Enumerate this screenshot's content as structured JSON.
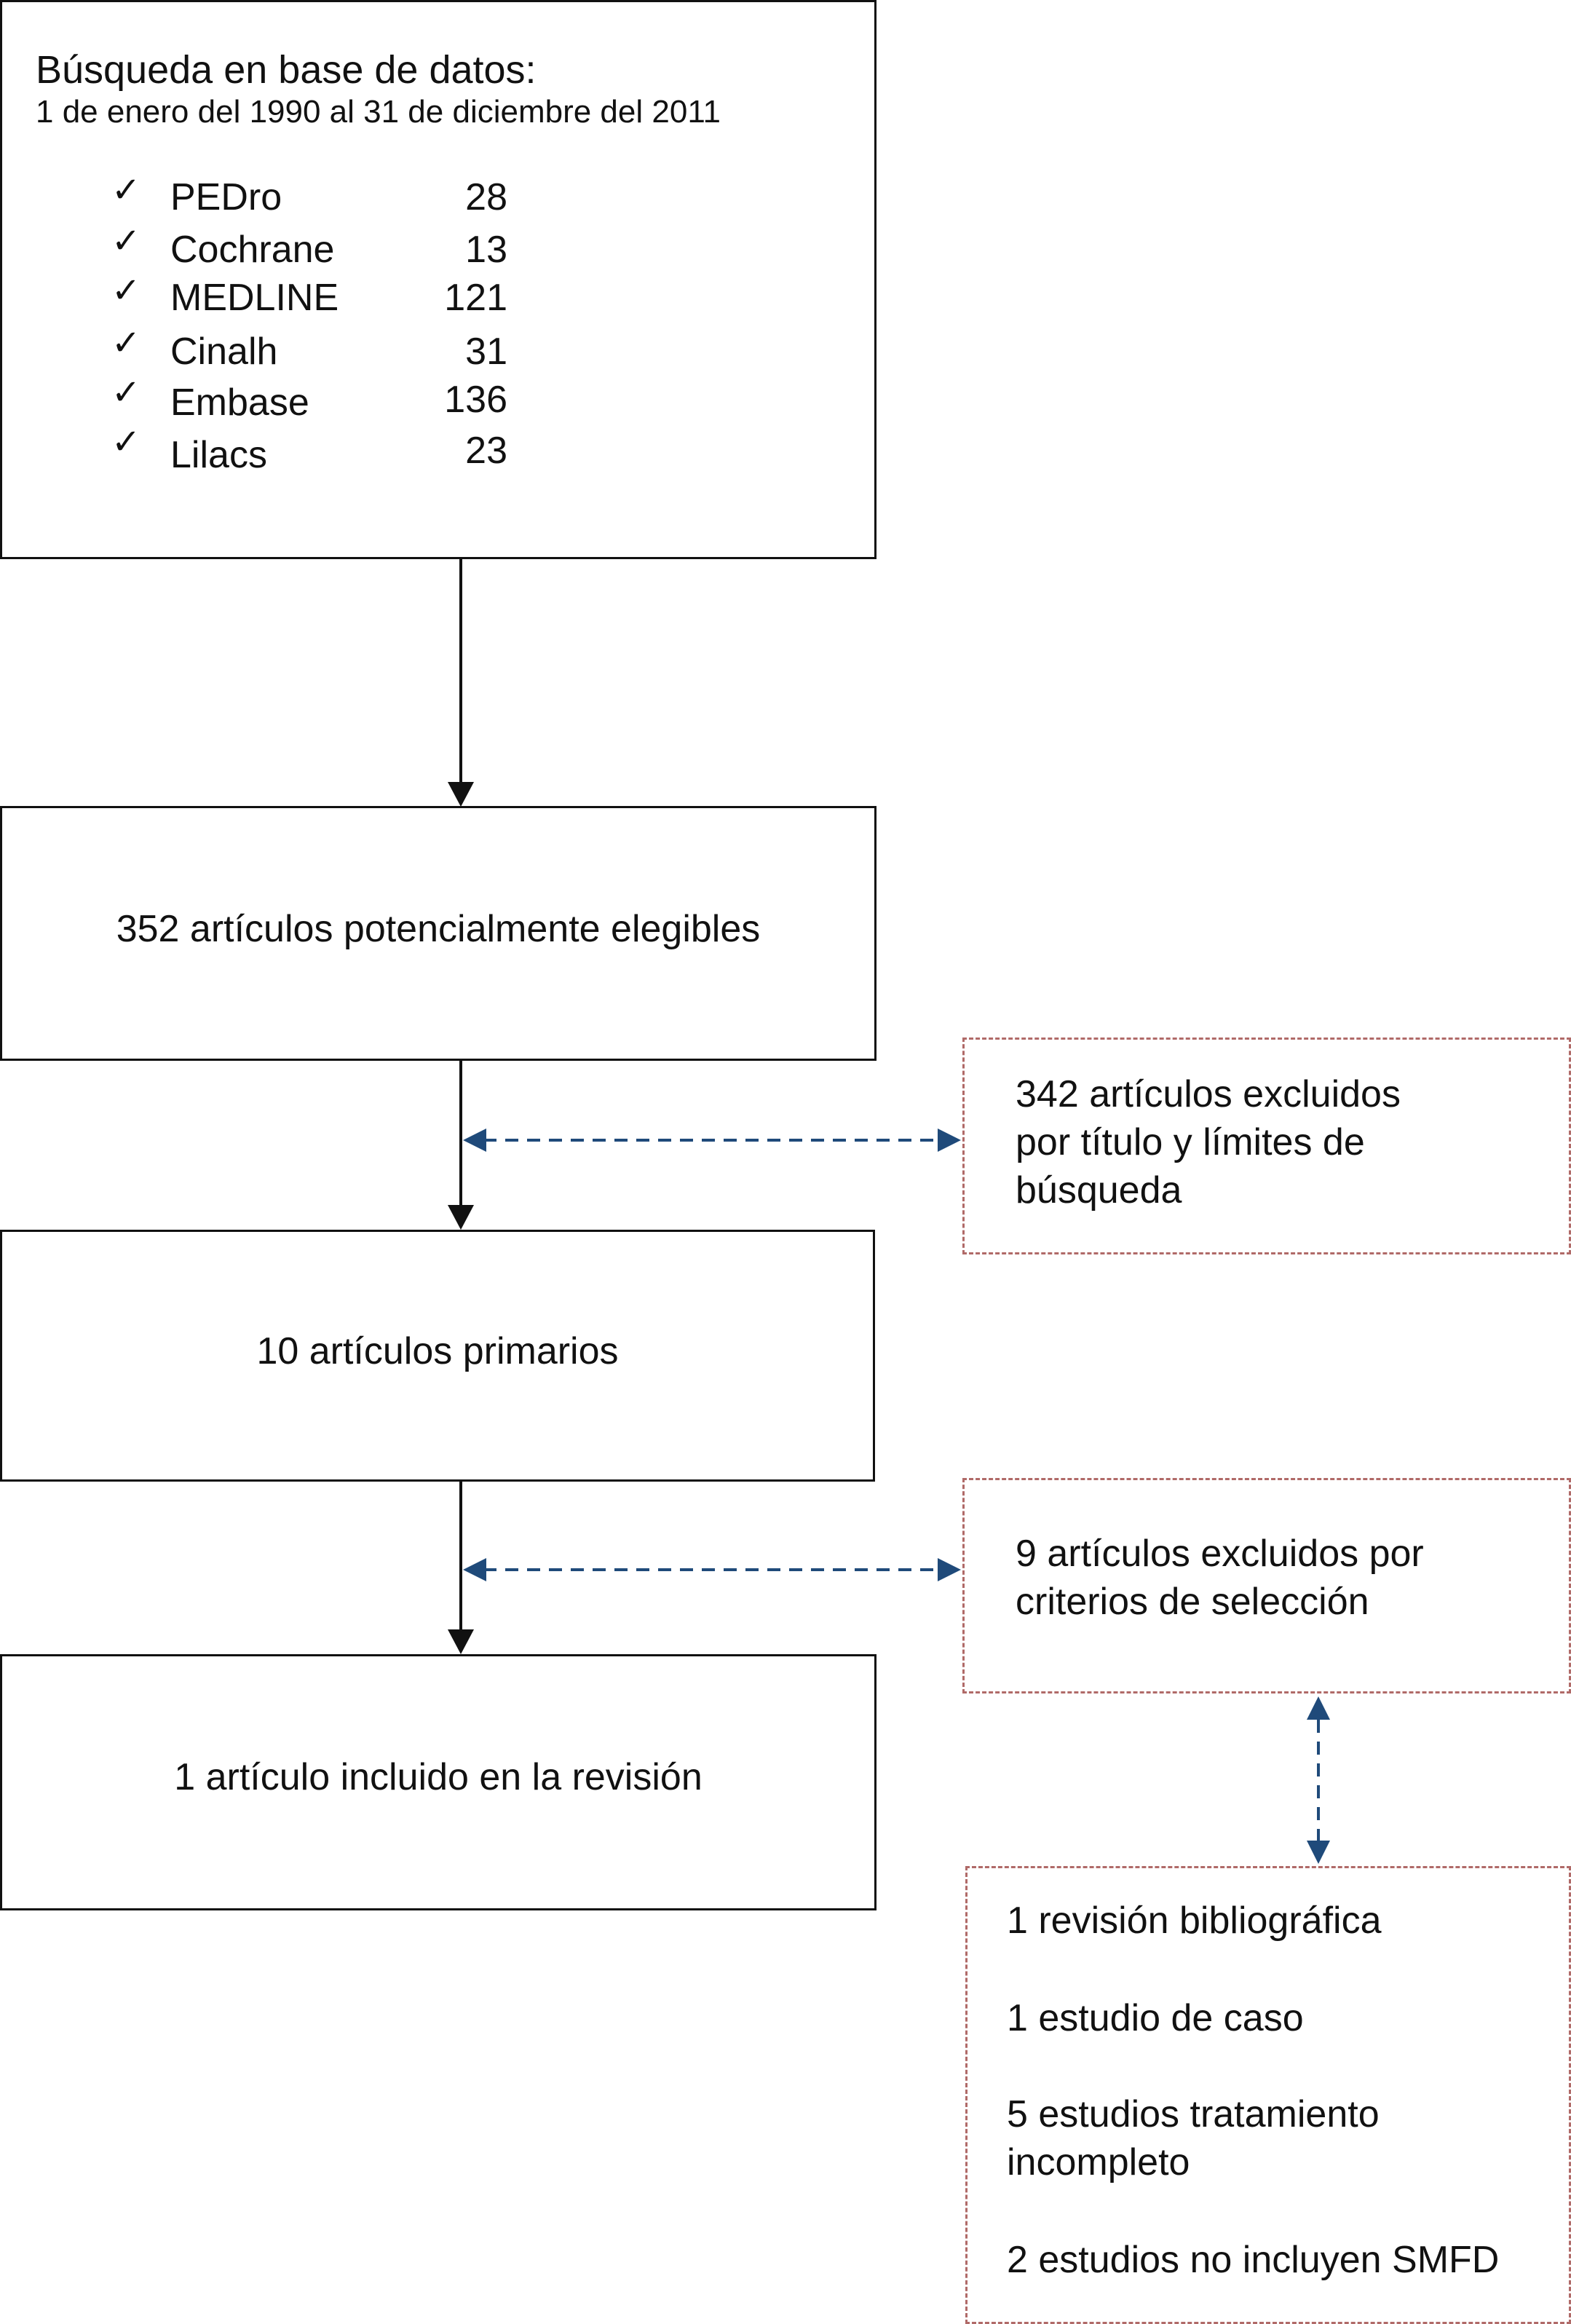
{
  "search": {
    "title": "Búsqueda en base de datos:",
    "date_range": "1 de enero del 1990 al 31 de diciembre del 2011",
    "databases": [
      {
        "name": "PEDro",
        "count": "28"
      },
      {
        "name": "Cochrane",
        "count": "13"
      },
      {
        "name": "MEDLINE",
        "count": "121"
      },
      {
        "name": "Cinalh",
        "count": "31"
      },
      {
        "name": "Embase",
        "count": "136"
      },
      {
        "name": "Lilacs",
        "count": "23"
      }
    ],
    "check_icon": "check-icon"
  },
  "steps": {
    "eligible": "352 artículos potencialmente elegibles",
    "primary": "10 artículos primarios",
    "included": "1 artículo incluido en la revisión"
  },
  "exclusions": {
    "first": [
      "342 artículos  excluidos",
      "por título y límites de",
      "búsqueda"
    ],
    "second": [
      "9 artículos excluidos por",
      "criterios de selección"
    ],
    "breakdown": {
      "item1": "1 revisión bibliográfica",
      "item2": "1 estudio de caso",
      "item3_line1": "5 estudios tratamiento",
      "item3_line2": "incompleto",
      "item4": "2 estudios no incluyen SMFD"
    }
  },
  "colors": {
    "border": "#111111",
    "dashed_border": "#b06a68",
    "dashed_arrow": "#1f4a7a"
  }
}
